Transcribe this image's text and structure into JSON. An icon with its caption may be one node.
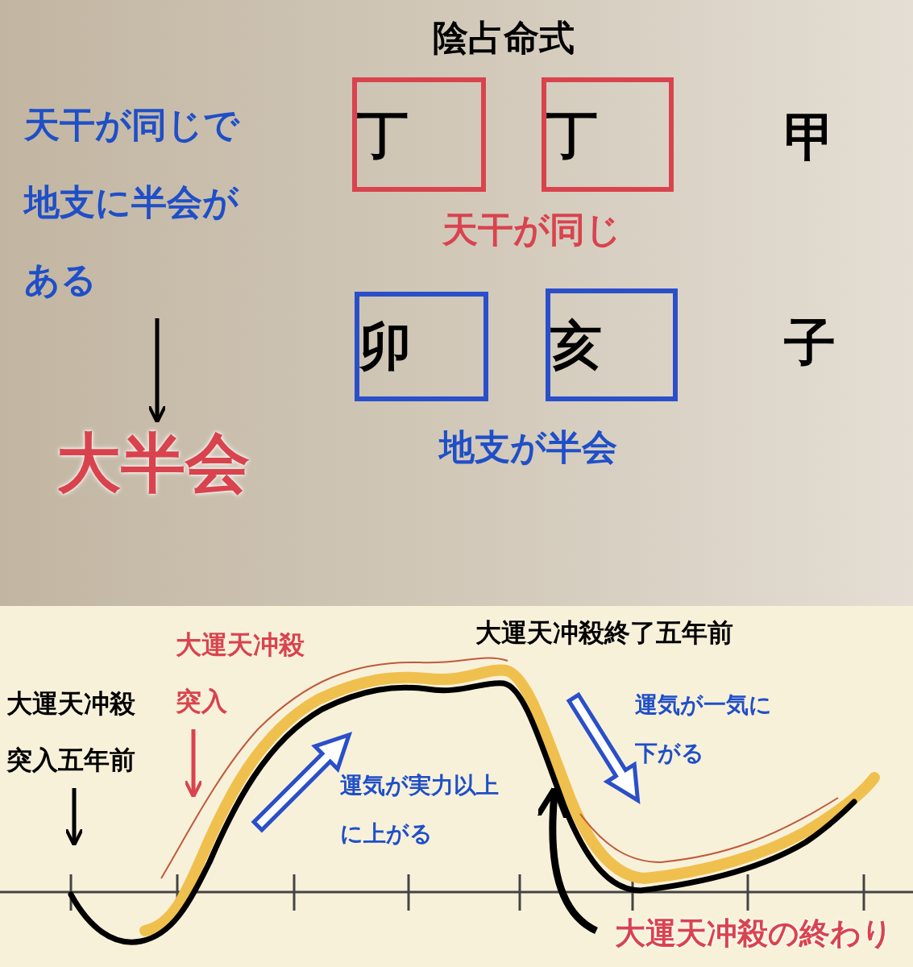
{
  "diagram": {
    "title": "陰占命式",
    "nodes": [
      {
        "text": [
          "天干が同じで地支に半会がある"
        ]
      },
      {
        "text": [
          "大半会"
        ]
      },
      {
        "text": [
          "丁"
        ]
      },
      {
        "text": [
          "丁"
        ]
      },
      {
        "text": [
          "卯"
        ]
      },
      {
        "text": [
          "亥"
        ]
      },
      {
        "text": [
          "大運天冲殺突入五年前"
        ]
      },
      {
        "text": [
          "大運天冲殺突入"
        ]
      },
      {
        "text": [
          "大運天冲殺の終わり"
        ]
      }
    ],
    "edges": [
      {
        "from": 0,
        "to": 1,
        "arrow": "to"
      },
      {
        "from": 6,
        "to": null,
        "arrow": "to"
      },
      {
        "from": 7,
        "to": null,
        "arrow": "to",
        "color": "#d9434e"
      },
      {
        "from": 8,
        "to": null,
        "arrow": "to",
        "style": "thick"
      }
    ],
    "labels": [
      "甲",
      "天干が同じ",
      "子",
      "地支が半会",
      "大運天冲殺終了五年前",
      "運気が実力以上に上がる",
      "運気が一気に下がる"
    ]
  }
}
